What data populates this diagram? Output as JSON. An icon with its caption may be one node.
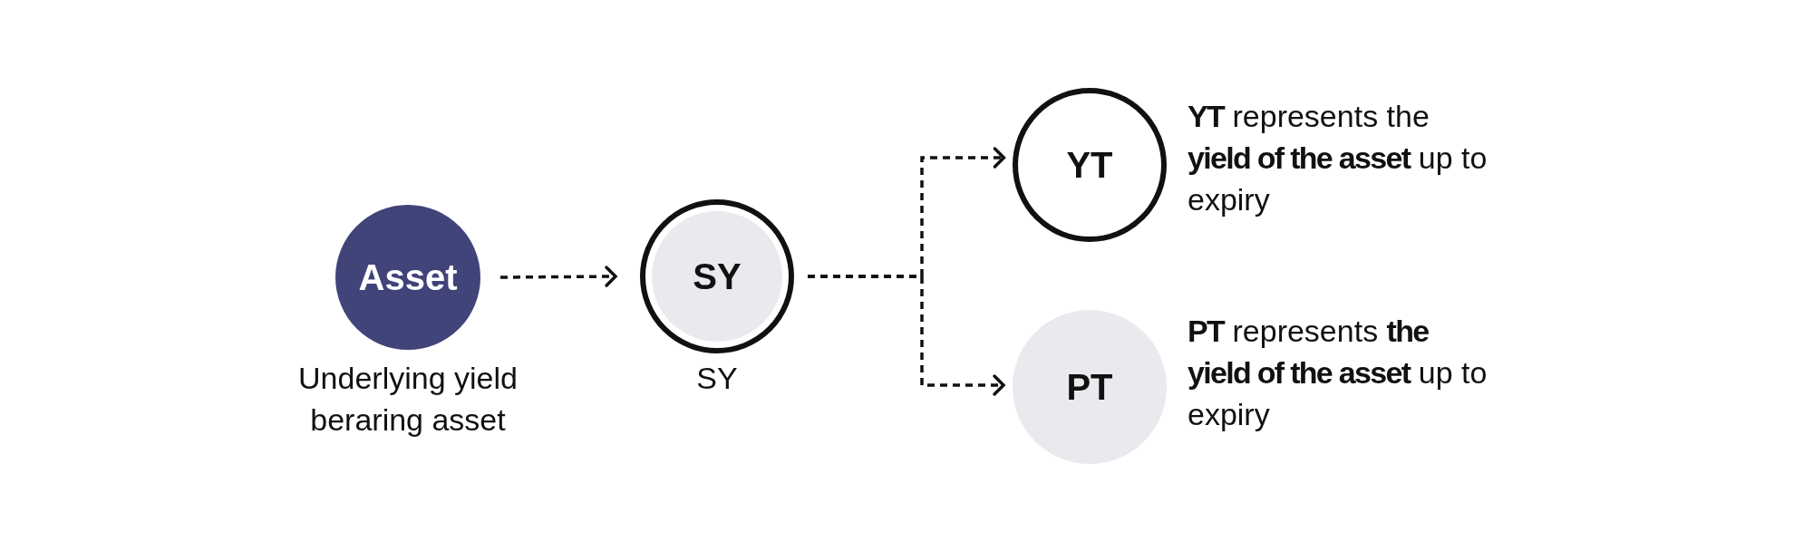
{
  "diagram": {
    "nodes": [
      {
        "text": [
          "Asset"
        ],
        "beside": [
          "Underlying yield beraring asset"
        ]
      },
      {
        "text": [
          "SY"
        ],
        "beside": [
          "SY"
        ]
      },
      {
        "text": [
          "YT"
        ],
        "beside": [
          "**YT** represents the **yield of the asset** up to expiry"
        ]
      },
      {
        "text": [
          "PT"
        ],
        "beside": [
          "**PT** represents **the yield of the asset** up to expiry"
        ]
      }
    ],
    "edges": [
      {
        "from": 0,
        "to": 1,
        "arrow": "to",
        "style": "dashed"
      },
      {
        "from": 1,
        "to": 2,
        "arrow": "to",
        "style": "dashed"
      },
      {
        "from": 1,
        "to": 3,
        "arrow": "to",
        "style": "dashed"
      }
    ]
  }
}
